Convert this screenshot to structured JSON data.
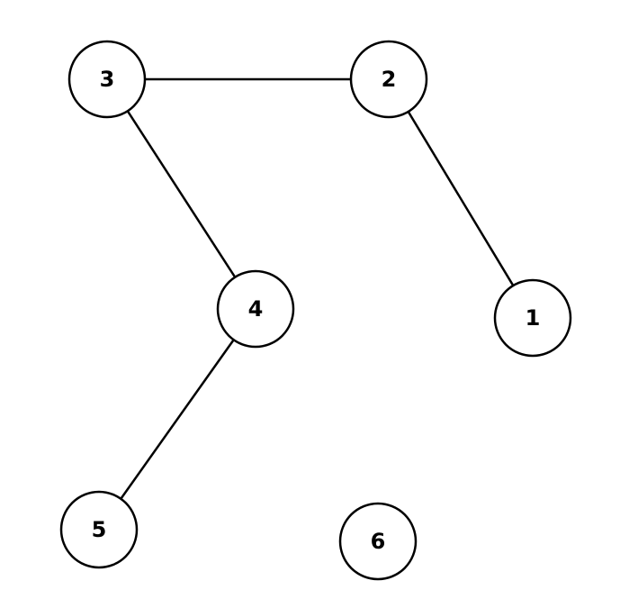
{
  "graph": {
    "nodes": [
      {
        "id": "3",
        "label": "3"
      },
      {
        "id": "2",
        "label": "2"
      },
      {
        "id": "4",
        "label": "4"
      },
      {
        "id": "1",
        "label": "1"
      },
      {
        "id": "5",
        "label": "5"
      },
      {
        "id": "6",
        "label": "6"
      }
    ],
    "edges": [
      {
        "from": "3",
        "to": "2"
      },
      {
        "from": "2",
        "to": "1"
      },
      {
        "from": "3",
        "to": "4"
      },
      {
        "from": "4",
        "to": "5"
      }
    ],
    "colors": {
      "stroke": "#000000",
      "fill": "#ffffff",
      "text": "#000000"
    }
  }
}
